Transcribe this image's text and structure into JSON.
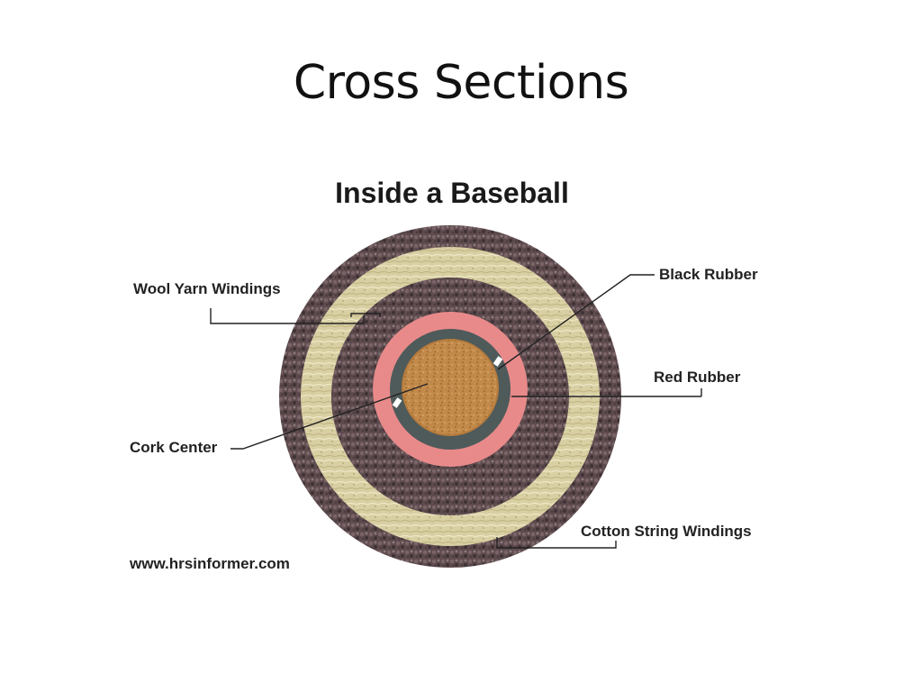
{
  "slide": {
    "title": "Cross Sections"
  },
  "figure": {
    "title": "Inside a Baseball",
    "source": "www.hrsinformer.com"
  },
  "labels": {
    "wool": "Wool Yarn Windings",
    "black_rubber": "Black Rubber",
    "red_rubber": "Red Rubber",
    "cork": "Cork Center",
    "cotton": "Cotton String Windings"
  },
  "colors": {
    "cork": "#c28a4a",
    "black_rubber": "#4f5a5a",
    "red_rubber": "#e88a8a",
    "dark_yarn": "#5e4b4e",
    "light_yarn": "#d8cfa3",
    "leader_line": "#222222"
  }
}
